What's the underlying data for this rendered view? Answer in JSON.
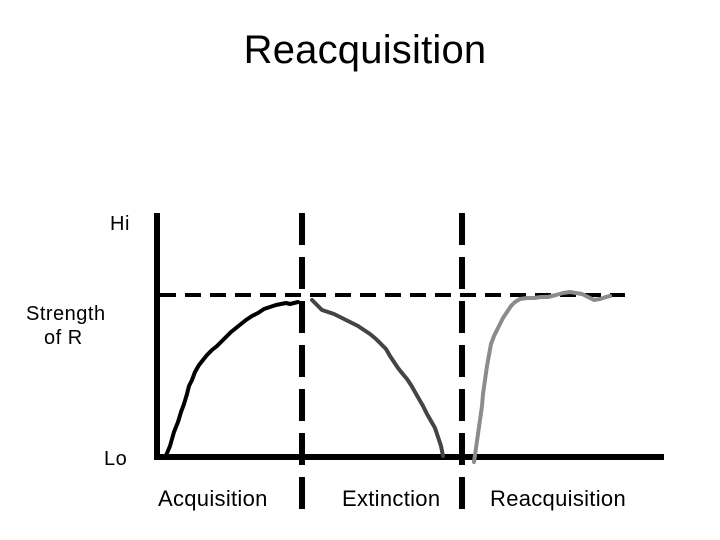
{
  "title": "Reacquisition",
  "y_axis": {
    "hi_label": "Hi",
    "strength_line1": "Strength",
    "strength_line2": "of R",
    "lo_label": "Lo"
  },
  "phases": [
    "Acquisition",
    "Extinction",
    "Reacquisition"
  ],
  "colors": {
    "axis": "#000000",
    "acquisition_curve": "#000000",
    "extinction_curve": "#444444",
    "reacquisition_curve": "#8c8c8c"
  }
}
